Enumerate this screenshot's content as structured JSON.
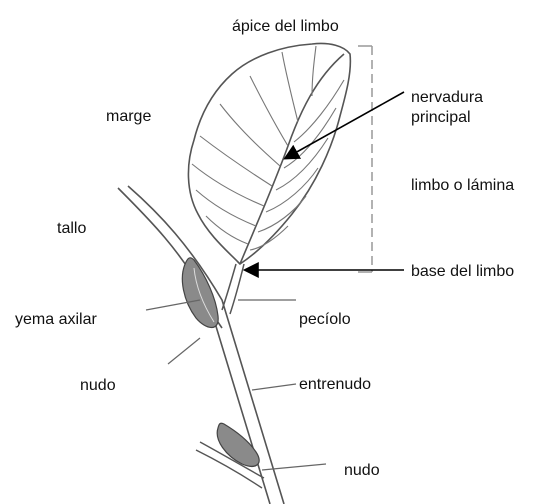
{
  "labels": {
    "apice": "ápice del limbo",
    "marge": "marge",
    "nervadura_1": "nervadura",
    "nervadura_2": "principal",
    "limbo": "limbo o lámina",
    "tallo": "tallo",
    "base": "base del limbo",
    "yema": "yema axilar",
    "peciolo": "pecíolo",
    "nudo_top": "nudo",
    "entrenudo": "entrenudo",
    "nudo_bottom": "nudo"
  },
  "colors": {
    "background": "#ffffff",
    "ink": "#555555",
    "arrow": "#000000",
    "bud": "#6b6b6b"
  }
}
